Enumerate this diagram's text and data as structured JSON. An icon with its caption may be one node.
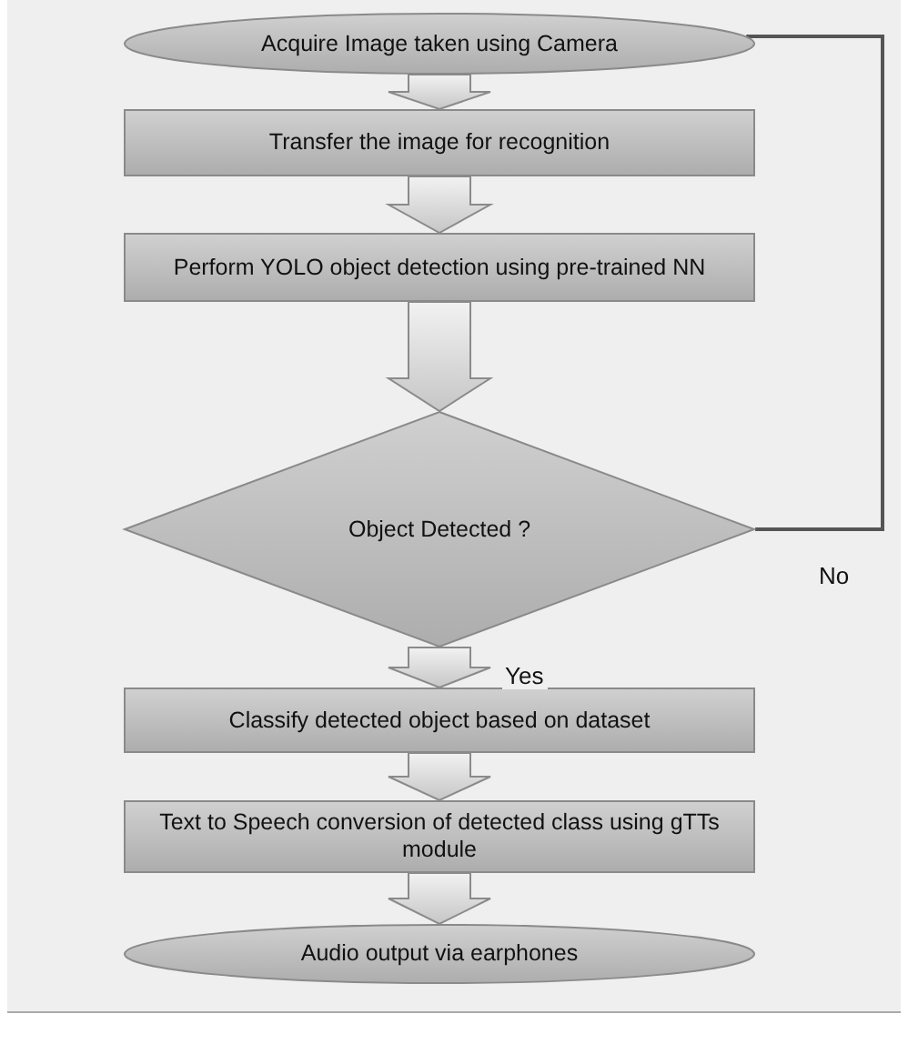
{
  "diagram": {
    "nodes": [
      {
        "text": [
          "Acquire Image taken using Camera"
        ]
      },
      {
        "text": [
          "Transfer the image for recognition"
        ]
      },
      {
        "text": [
          "Perform YOLO object detection using pre-trained NN"
        ]
      },
      {
        "text": [
          "Object Detected ?"
        ]
      },
      {
        "text": [
          "Classify detected object based on dataset"
        ]
      },
      {
        "text": [
          "Text to Speech conversion of detected class using gTTs module"
        ]
      },
      {
        "text": [
          "Audio output via earphones"
        ]
      }
    ],
    "edges": [
      {
        "from": 0,
        "to": 1,
        "arrow": "to",
        "style": "thick"
      },
      {
        "from": 1,
        "to": 2,
        "arrow": "to",
        "style": "thick"
      },
      {
        "from": 2,
        "to": 3,
        "arrow": "to",
        "style": "thick"
      },
      {
        "from": 3,
        "to": 4,
        "arrow": "to",
        "label": "Yes",
        "style": "thick"
      },
      {
        "from": 4,
        "to": 5,
        "arrow": "to",
        "style": "thick"
      },
      {
        "from": 5,
        "to": 6,
        "arrow": "to",
        "style": "thick"
      },
      {
        "from": 3,
        "to": 0,
        "arrow": "none",
        "label": "No"
      }
    ]
  }
}
